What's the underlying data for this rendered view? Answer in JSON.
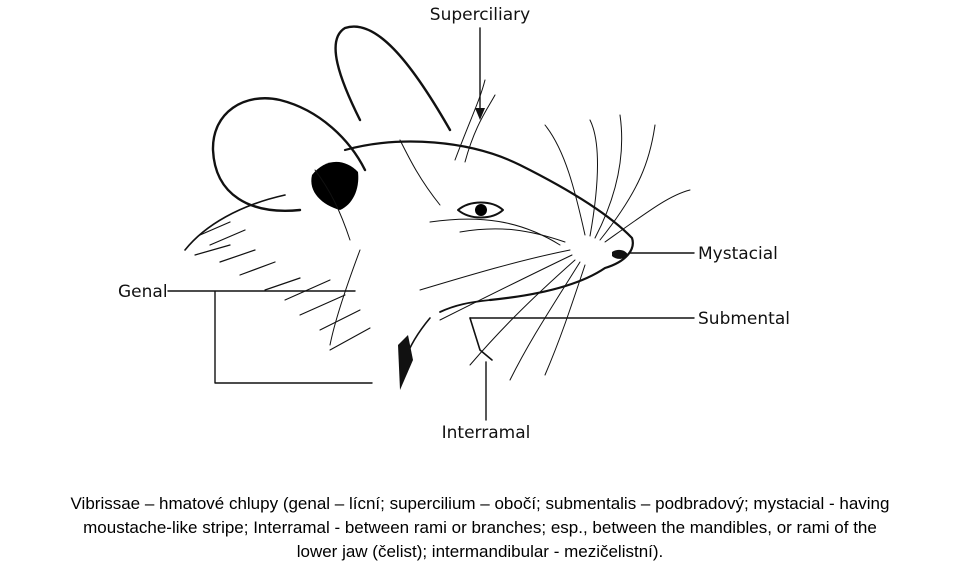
{
  "labels": {
    "superciliary": "Superciliary",
    "mystacial": "Mystacial",
    "genal": "Genal",
    "submental": "Submental",
    "interramal": "Interramal"
  },
  "caption": {
    "line1": "Vibrissae – hmatové chlupy (genal – lícní; supercilium – obočí; submentalis – podbradový; mystacial - having",
    "line2": "moustache-like stripe; Interramal - between rami or branches; esp., between the mandibles, or rami of the",
    "line3": "lower jaw (čelist); intermandibular - mezičelistní)."
  }
}
